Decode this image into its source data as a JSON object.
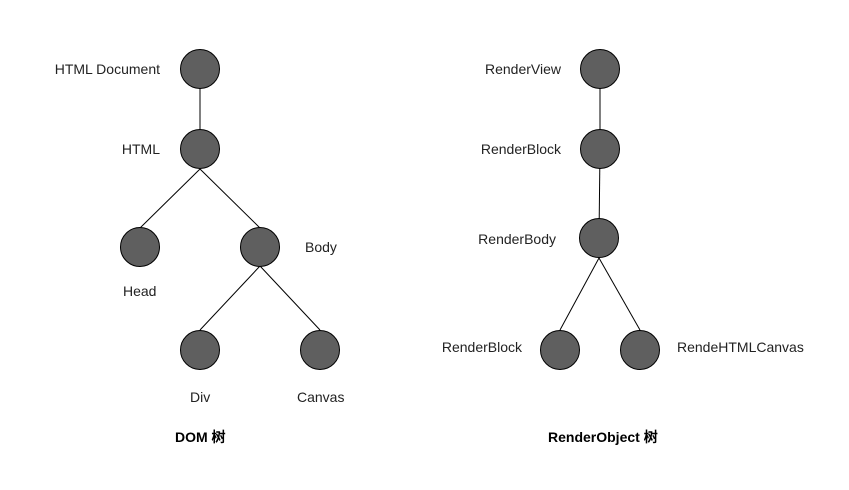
{
  "dom_tree": {
    "title": "DOM 树",
    "nodes": {
      "html_document": "HTML Document",
      "html": "HTML",
      "head": "Head",
      "body": "Body",
      "div": "Div",
      "canvas": "Canvas"
    }
  },
  "render_tree": {
    "title": "RenderObject 树",
    "nodes": {
      "render_view": "RenderView",
      "render_block_1": "RenderBlock",
      "render_body": "RenderBody",
      "render_block_2": "RenderBlock",
      "render_canvas": "RendeHTMLCanvas"
    }
  },
  "colors": {
    "node_fill": "#5f5f5f",
    "node_stroke": "#000000",
    "edge": "#000000",
    "label_text": "#222222"
  }
}
